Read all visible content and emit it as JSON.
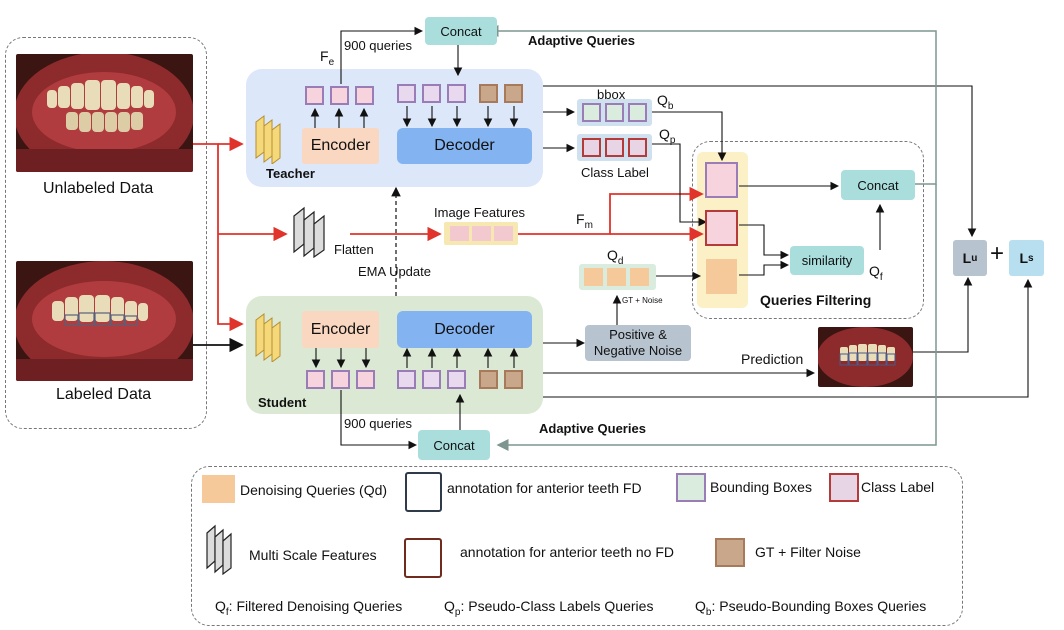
{
  "data": {
    "unlabeled": "Unlabeled Data",
    "labeled": "Labeled Data"
  },
  "teacher": {
    "name": "Teacher",
    "encoder": "Encoder",
    "decoder": "Decoder"
  },
  "student": {
    "name": "Student",
    "encoder": "Encoder",
    "decoder": "Decoder"
  },
  "top": {
    "concat": "Concat",
    "queries": "900 queries",
    "fe": "F",
    "fe_sub": "e",
    "adaptive": "Adaptive Queries"
  },
  "bottom": {
    "concat": "Concat",
    "queries": "900 queries",
    "adaptive": "Adaptive Queries"
  },
  "middle": {
    "flatten": "Flatten",
    "image_features": "Image Features",
    "fm": "F",
    "fm_sub": "m",
    "ema": "EMA Update"
  },
  "outputs": {
    "bbox": "bbox",
    "qb": "Q",
    "qb_sub": "b",
    "qp": "Q",
    "qp_sub": "p",
    "class_label": "Class Label",
    "qd": "Q",
    "qd_sub": "d",
    "gt_noise": "GT + Noise",
    "pos_neg_1": "Positive &",
    "pos_neg_2": "Negative  Noise",
    "prediction": "Prediction"
  },
  "filtering": {
    "concat": "Concat",
    "similarity": "similarity",
    "qf": "Q",
    "qf_sub": "f",
    "title": "Queries Filtering"
  },
  "losses": {
    "lu": "L",
    "lu_sub": "u",
    "plus": "+",
    "ls": "L",
    "ls_sub": "s"
  },
  "legend": {
    "denoising": "Denoising Queries (Qd)",
    "anterior_fd": "annotation for anterior teeth FD",
    "bounding_boxes": "Bounding Boxes",
    "class_label": "Class Label",
    "multi_scale": "Multi Scale Features",
    "anterior_no_fd": "annotation for anterior teeth no FD",
    "gt_filter": "GT + Filter Noise",
    "qf_def": "Q",
    "qf_def_sub": "f",
    "qf_def_text": ": Filtered Denoising Queries",
    "qp_def": "Q",
    "qp_def_sub": "p",
    "qp_def_text": ": Pseudo-Class Labels Queries",
    "qb_def": "Q",
    "qb_def_sub": "b",
    "qb_def_text": ": Pseudo-Bounding Boxes Queries"
  },
  "colors": {
    "teacher_bg": "#dce7f9",
    "student_bg": "#dbe9d4",
    "encoder": "#f9d7c0",
    "decoder": "#83b3f0",
    "concat": "#a9dedd",
    "red_arrow": "#e0332b",
    "gray_line": "#7f9690"
  }
}
